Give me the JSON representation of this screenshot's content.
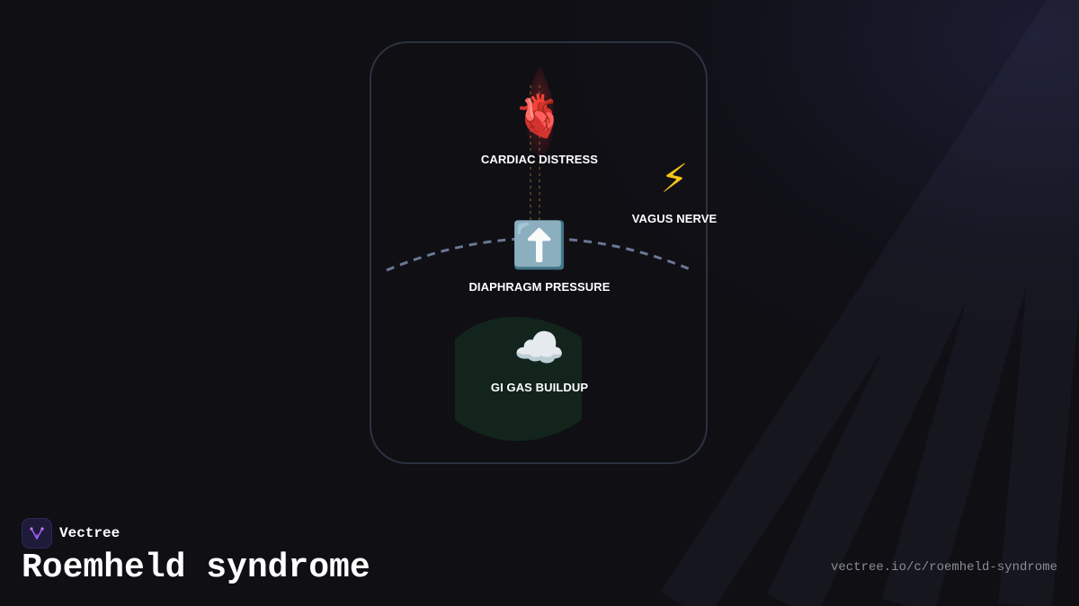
{
  "diagram": {
    "nodes": {
      "cardiac": {
        "icon": "🫀",
        "icon_name": "anatomical-heart-icon",
        "label": "CARDIAC DISTRESS"
      },
      "vagus": {
        "icon": "⚡",
        "icon_name": "lightning-bolt-icon",
        "label": "VAGUS NERVE"
      },
      "diaphragm": {
        "icon": "⬆️",
        "icon_name": "up-arrow-icon",
        "label": "DIAPHRAGM PRESSURE"
      },
      "gi_gas": {
        "icon": "☁️",
        "icon_name": "cloud-icon",
        "label": "GI GAS BUILDUP"
      }
    },
    "colors": {
      "card_border": "#2c3340",
      "diaphragm_curve": "#6b7794",
      "heart_glow": "#7a1e24",
      "gas_blob": "#12241c",
      "vagus_bolt": "#f5c518"
    }
  },
  "footer": {
    "brand_name": "Vectree",
    "brand_icon": "vectree-logo-icon",
    "title": "Roemheld syndrome",
    "url": "vectree.io/c/roemheld-syndrome"
  }
}
